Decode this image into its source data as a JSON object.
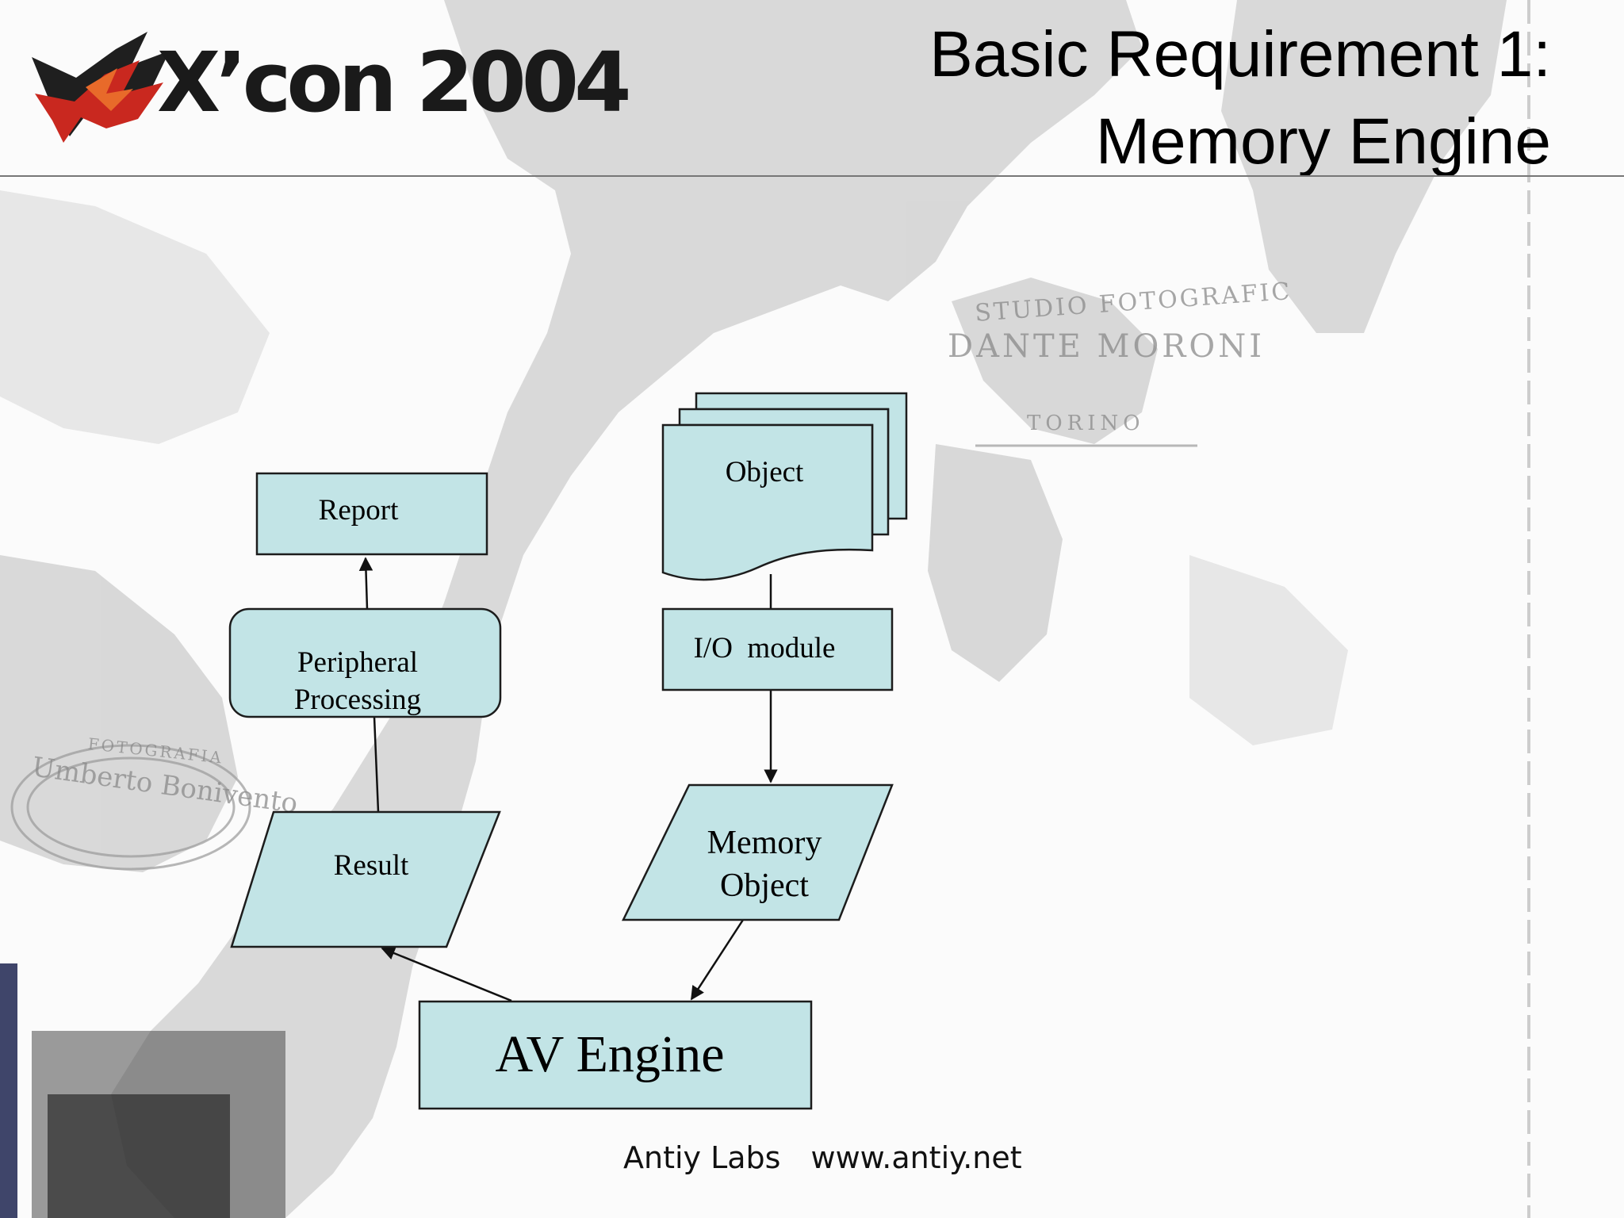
{
  "header": {
    "logo_text": "X’con 2004",
    "title_line1": "Basic Requirement 1:",
    "title_line2": "Memory Engine"
  },
  "diagram": {
    "nodes": {
      "report": "Report",
      "peripheral_processing": "Peripheral\nProcessing",
      "object": "Object",
      "io_module": "I/O  module",
      "memory_object": "Memory\nObject",
      "result": "Result",
      "av_engine": "AV Engine"
    },
    "edges": [
      {
        "from": "peripheral_processing",
        "to": "report"
      },
      {
        "from": "result",
        "to": "peripheral_processing"
      },
      {
        "from": "object",
        "to": "io_module"
      },
      {
        "from": "io_module",
        "to": "memory_object"
      },
      {
        "from": "memory_object",
        "to": "av_engine"
      },
      {
        "from": "av_engine",
        "to": "result"
      }
    ],
    "colors": {
      "node_fill": "#c2e4e6",
      "node_stroke": "#1c1c1c"
    }
  },
  "footer": {
    "org": "Antiy Labs",
    "url": "www.antiy.net"
  }
}
